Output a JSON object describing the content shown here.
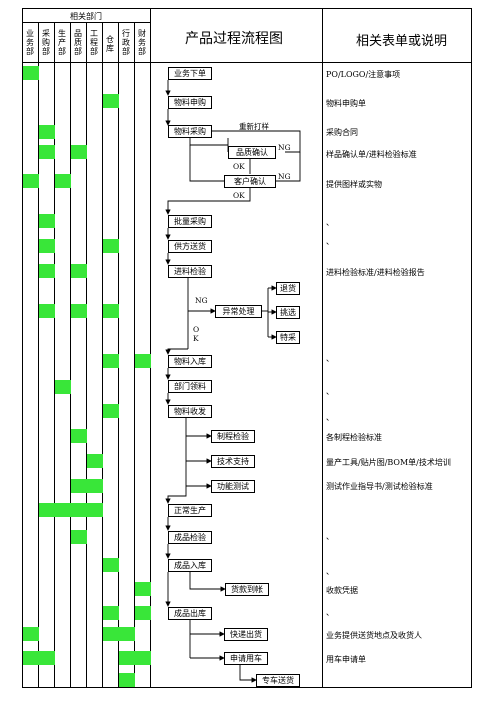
{
  "header": {
    "dept_group": "相关部门",
    "departments": [
      "业务部",
      "采购部",
      "生产部",
      "品质部",
      "工程部",
      "仓库",
      "行政部",
      "财务部"
    ],
    "flow_title": "产品过程流程图",
    "forms_title": "相关表单或说明"
  },
  "steps": [
    {
      "label": "业务下单",
      "note": "PO/LOGO/注意事项"
    },
    {
      "label": "物料申购",
      "note": "物料申购单"
    },
    {
      "label": "物料采购",
      "note": "采购合同"
    },
    {
      "label": "品质确认",
      "note": "样品确认单/进料检验标准"
    },
    {
      "label": "客户确认",
      "note": "提供图样或实物"
    },
    {
      "label": "批量采购",
      "note": "、"
    },
    {
      "label": "供方送货",
      "note": "、"
    },
    {
      "label": "进料检验",
      "note": "进料检验标准/进料检验报告"
    },
    {
      "label": "退货",
      "note": ""
    },
    {
      "label": "异常处理",
      "note": ""
    },
    {
      "label": "挑选",
      "note": ""
    },
    {
      "label": "特采",
      "note": ""
    },
    {
      "label": "物料入库",
      "note": "、"
    },
    {
      "label": "部门领料",
      "note": "、"
    },
    {
      "label": "物料收发",
      "note": "、"
    },
    {
      "label": "制程检验",
      "note": "各制程检验标准"
    },
    {
      "label": "技术支持",
      "note": "量产工具/贴片图/BOM单/技术培训"
    },
    {
      "label": "功能测试",
      "note": "测试作业指导书/测试检验标准"
    },
    {
      "label": "正常生产",
      "note": ""
    },
    {
      "label": "成品检验",
      "note": "、"
    },
    {
      "label": "成品入库",
      "note": "、"
    },
    {
      "label": "货款到帐",
      "note": "收款凭据"
    },
    {
      "label": "成品出库",
      "note": "、"
    },
    {
      "label": "快递出货",
      "note": "业务提供送货地点及收货人"
    },
    {
      "label": "申请用车",
      "note": "用车申请单"
    },
    {
      "label": "专车送货",
      "note": ""
    }
  ],
  "flow_labels": {
    "rework": "重新打样",
    "ng1": "NG",
    "ok1": "OK",
    "ng2": "NG",
    "ok2": "OK",
    "ng3": "NG",
    "ok3": "O\nK"
  },
  "colors": {
    "dept_fill": "#39e639",
    "line": "#000000"
  }
}
